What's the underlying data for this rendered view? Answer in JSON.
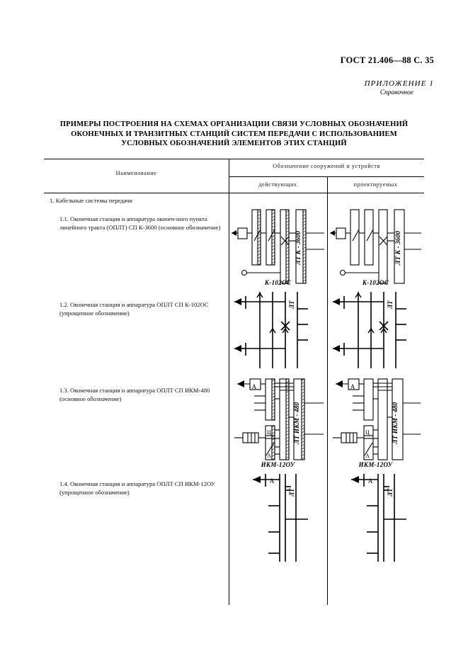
{
  "header": {
    "standard": "ГОСТ 21.406—88 С. 35",
    "appendix": "ПРИЛОЖЕНИЕ 1",
    "reference": "Справочное"
  },
  "title": {
    "line1": "ПРИМЕРЫ ПОСТРОЕНИЯ НА СХЕМАХ ОРГАНИЗАЦИИ СВЯЗИ УСЛОВНЫХ ОБОЗНАЧЕНИЙ",
    "line2": "ОКОНЕЧНЫХ И ТРАНЗИТНЫХ СТАНЦИЙ СИСТЕМ ПЕРЕДАЧИ С ИСПОЛЬЗОВАНИЕМ",
    "line3": "УСЛОВНЫХ ОБОЗНАЧЕНИЙ ЭЛЕМЕНТОВ ЭТИХ СТАНЦИЙ"
  },
  "table": {
    "headers": {
      "name": "Наименование",
      "group": "Обозначение сооружений  и  устройств",
      "existing": "действующих",
      "planned": "проектируемых"
    },
    "section": "1. Кабельные системы передачи",
    "rows": [
      {
        "id": "1.1",
        "label": "1.1. Оконечная станция и аппаратура оконеч-ного пункта  линейного  тракта (ОПЛТ) СП К-3600 (основное обозначение)",
        "diagram_label_vertical": "ЛТ  К - 3600",
        "caption": "К-102ОС"
      },
      {
        "id": "1.2",
        "label": "1.2. Оконечная станция  и  аппаратура ОПЛТ СП К-102ОС (упрощенное обозначение)",
        "diagram_label_vertical": "ЛТ",
        "caption": ""
      },
      {
        "id": "1.3",
        "label": "1.3. Оконечная станция и аппаратура  ОПЛТ СП ИКМ-480 (основное обозначение)",
        "diagram_label_vertical": "ЛТ  ИКМ - 480",
        "block_a": "А",
        "block_ts": "Ц",
        "block_a2": "А",
        "caption": "ИКМ-12ОУ"
      },
      {
        "id": "1.4",
        "label": "1.4. Оконечная станция и аппаратура ОПЛТ СП  ИКМ-12ОУ  (упрощенное обозначение)",
        "diagram_label_vertical": "ЛТ",
        "block_a": "А",
        "caption": ""
      }
    ]
  }
}
